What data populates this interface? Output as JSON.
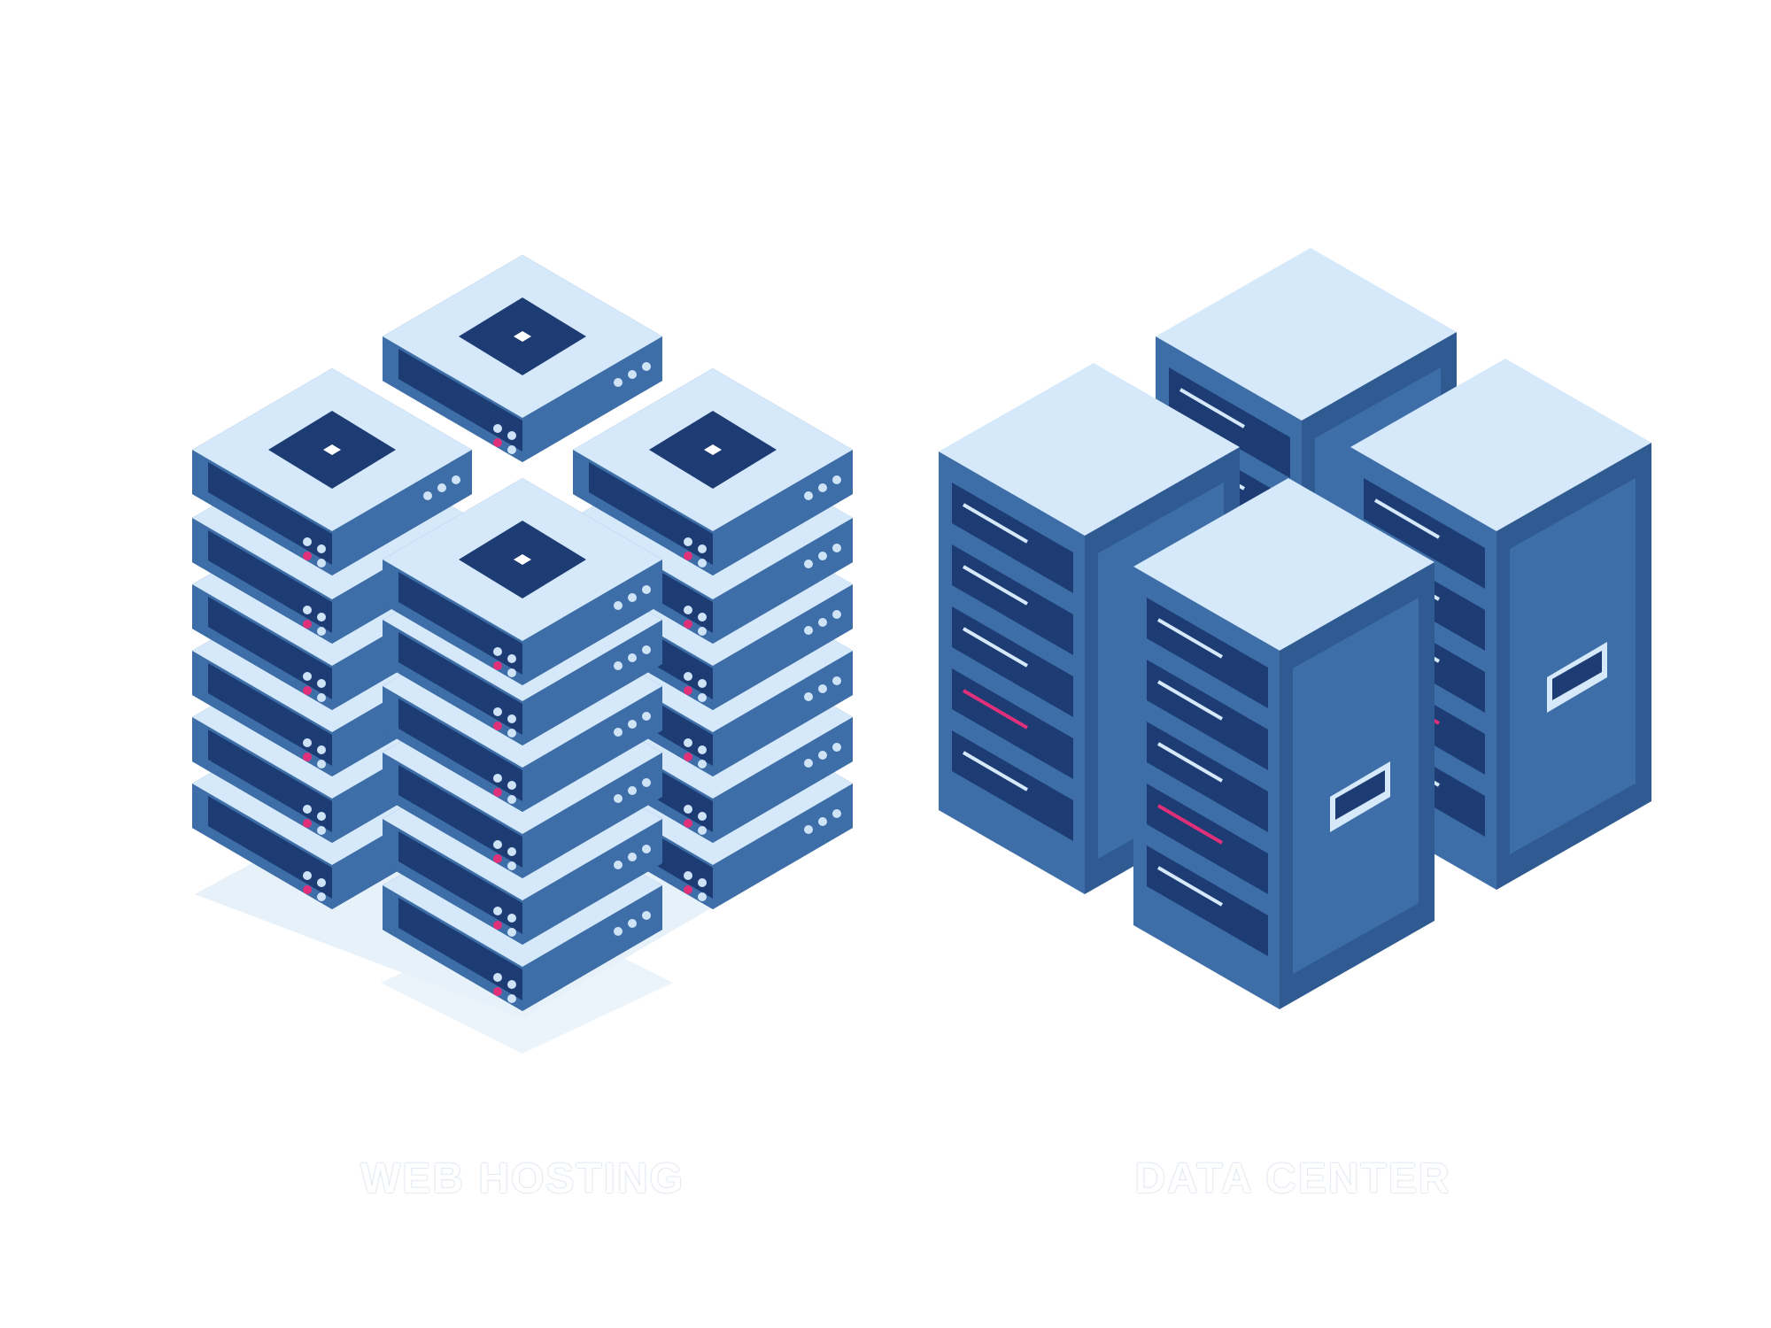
{
  "captions": {
    "left": "WEB HOSTING",
    "right": "DATA CENTER"
  },
  "colors": {
    "background": "#ffffff",
    "top_face": "#d6e9fb",
    "front_face": "#3d6ea8",
    "side_face": "#2f5b92",
    "dark_panel": "#1d3c74",
    "accent_pink": "#e0307a",
    "shadow": "#dcebf8"
  },
  "illustrations": {
    "left": "isometric server stack cluster",
    "right": "isometric server rack cabinets"
  }
}
